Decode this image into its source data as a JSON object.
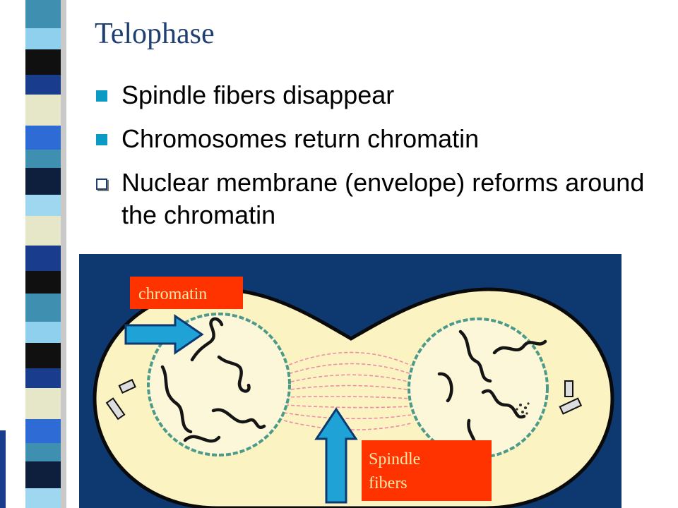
{
  "title": "Telophase",
  "bullets": [
    {
      "text": "Spindle fibers disappear",
      "marker": "filled-square"
    },
    {
      "text": "Chromosomes return chromatin",
      "marker": "filled-square"
    },
    {
      "text": "Nuclear membrane (envelope) reforms around the chromatin",
      "marker": "hollow-box"
    }
  ],
  "diagram": {
    "labels": {
      "chromatin": "chromatin",
      "spindle_line1": "Spindle",
      "spindle_line2": "fibers"
    }
  },
  "colors": {
    "title": "#1f3f73",
    "bullet_square": "#0a9bc4",
    "diagram_background": "#0e3970",
    "cell_fill": "#fbf4c2",
    "label_box": "#ff3300",
    "label_text": "#ffe7a8",
    "arrow": "#1fa2d6",
    "spindle_fibers": "#f08aa8"
  }
}
